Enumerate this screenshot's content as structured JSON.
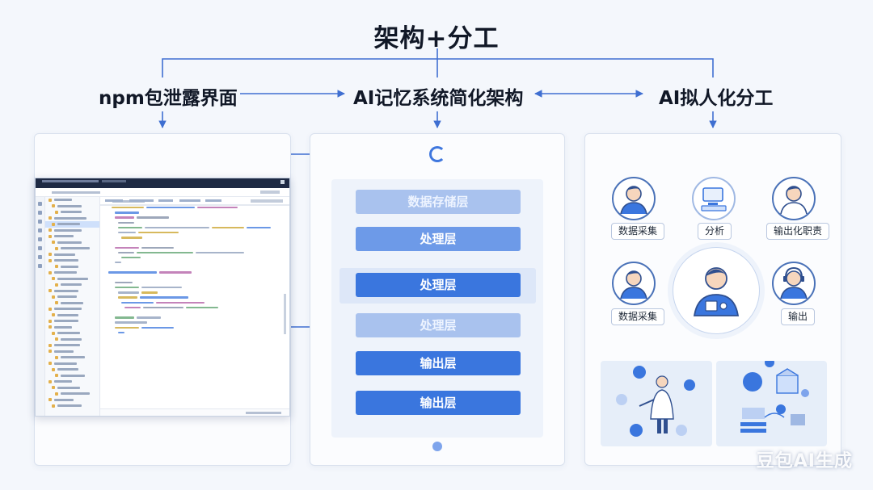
{
  "title": "架构+分工",
  "columns": {
    "left": {
      "heading": "npm包泄露界面"
    },
    "middle": {
      "heading": "AI记忆系统简化架构"
    },
    "right": {
      "heading": "AI拟人化分工"
    }
  },
  "layers": [
    {
      "label": "数据存储层",
      "shade": "light"
    },
    {
      "label": "处理层",
      "shade": "mid"
    },
    {
      "label": "处理层",
      "shade": "dark",
      "highlighted": true
    },
    {
      "label": "处理层",
      "shade": "light"
    },
    {
      "label": "输出层",
      "shade": "dark"
    },
    {
      "label": "输出层",
      "shade": "dark"
    }
  ],
  "roles": [
    {
      "label": "数据采集",
      "icon": "person-icon"
    },
    {
      "label": "分析",
      "icon": "computer-icon"
    },
    {
      "label": "输出化职责",
      "icon": "person-icon"
    },
    {
      "label": "数据采集",
      "icon": "person-icon"
    },
    {
      "label": "输出",
      "icon": "headset-person-icon"
    }
  ],
  "center_role": {
    "icon": "manager-icon"
  },
  "watermark": "豆包AI生成",
  "colors": {
    "accent": "#3a76de",
    "layer_light": "#a9c2ee",
    "layer_mid": "#6d9ae8",
    "layer_dark": "#3a76de",
    "line": "#3f6fd1",
    "person_stroke": "#4a72b8"
  }
}
